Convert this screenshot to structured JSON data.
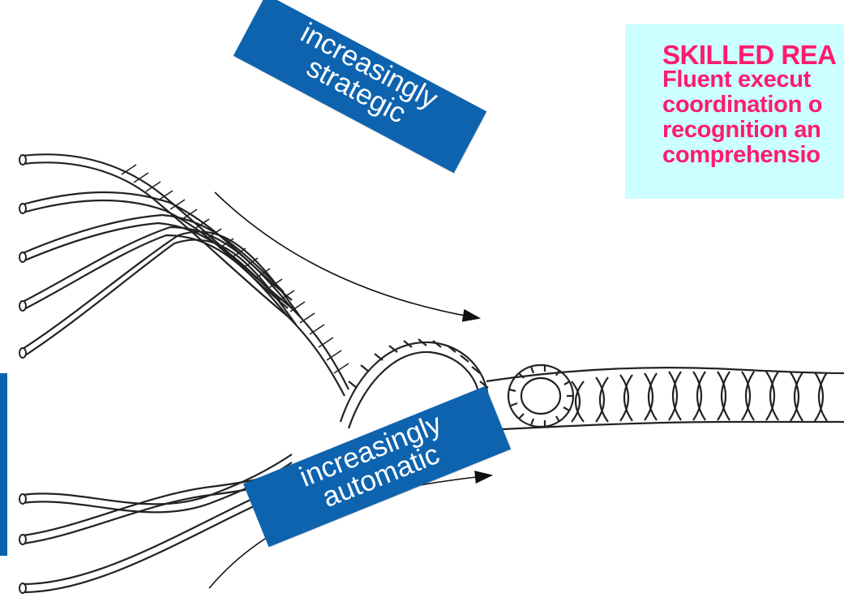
{
  "banners": {
    "strategic": [
      "increasingly",
      "strategic"
    ],
    "automatic": [
      "increasingly",
      "automatic"
    ]
  },
  "skilled_reading": {
    "title": "SKILLED REA",
    "lines": [
      "Fluent execut",
      "coordination o",
      "recognition an",
      "comprehensio"
    ]
  },
  "colors": {
    "banner_blue": "#0e63ae",
    "box_bg": "#ccffff",
    "box_text": "#ff1a6e",
    "rope": "#222222"
  }
}
